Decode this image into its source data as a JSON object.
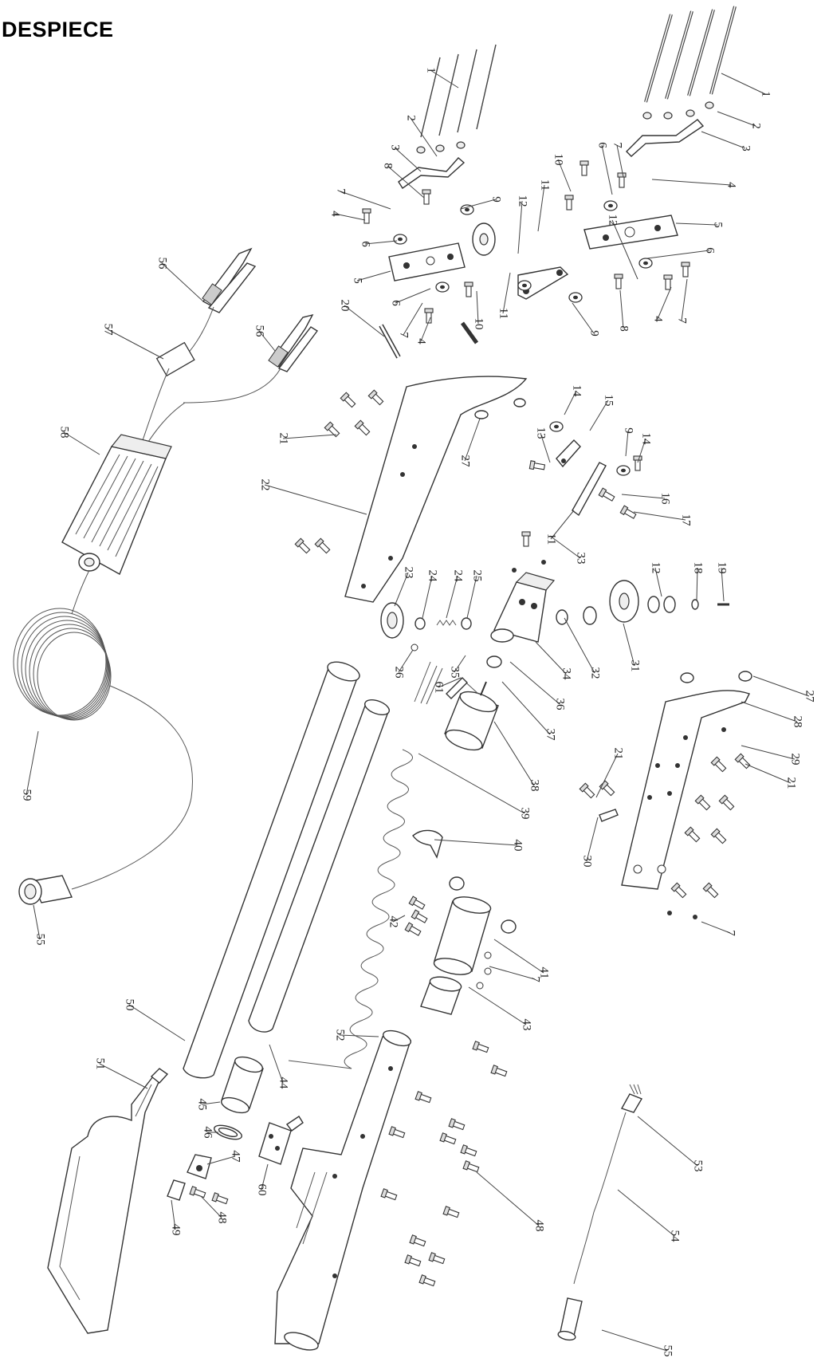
{
  "title": "DESPIECE",
  "callouts": [
    {
      "label": "1"
    },
    {
      "label": "1"
    },
    {
      "label": "2"
    },
    {
      "label": "2"
    },
    {
      "label": "3"
    },
    {
      "label": "3"
    },
    {
      "label": "4"
    },
    {
      "label": "4"
    },
    {
      "label": "4"
    },
    {
      "label": "4"
    },
    {
      "label": "5"
    },
    {
      "label": "5"
    },
    {
      "label": "6"
    },
    {
      "label": "6"
    },
    {
      "label": "6"
    },
    {
      "label": "6"
    },
    {
      "label": "7"
    },
    {
      "label": "7"
    },
    {
      "label": "7"
    },
    {
      "label": "7"
    },
    {
      "label": "7"
    },
    {
      "label": "7"
    },
    {
      "label": "8"
    },
    {
      "label": "8"
    },
    {
      "label": "9"
    },
    {
      "label": "9"
    },
    {
      "label": "9"
    },
    {
      "label": "10"
    },
    {
      "label": "10"
    },
    {
      "label": "11"
    },
    {
      "label": "11"
    },
    {
      "label": "11"
    },
    {
      "label": "12"
    },
    {
      "label": "12"
    },
    {
      "label": "12"
    },
    {
      "label": "13"
    },
    {
      "label": "14"
    },
    {
      "label": "14"
    },
    {
      "label": "15"
    },
    {
      "label": "16"
    },
    {
      "label": "17"
    },
    {
      "label": "18"
    },
    {
      "label": "19"
    },
    {
      "label": "20"
    },
    {
      "label": "21"
    },
    {
      "label": "21"
    },
    {
      "label": "21"
    },
    {
      "label": "22"
    },
    {
      "label": "23"
    },
    {
      "label": "24"
    },
    {
      "label": "24"
    },
    {
      "label": "25"
    },
    {
      "label": "26"
    },
    {
      "label": "27"
    },
    {
      "label": "27"
    },
    {
      "label": "28"
    },
    {
      "label": "29"
    },
    {
      "label": "30"
    },
    {
      "label": "31"
    },
    {
      "label": "32"
    },
    {
      "label": "33"
    },
    {
      "label": "34"
    },
    {
      "label": "35"
    },
    {
      "label": "36"
    },
    {
      "label": "37"
    },
    {
      "label": "38"
    },
    {
      "label": "39"
    },
    {
      "label": "40"
    },
    {
      "label": "41"
    },
    {
      "label": "42"
    },
    {
      "label": "43"
    },
    {
      "label": "44"
    },
    {
      "label": "45"
    },
    {
      "label": "46"
    },
    {
      "label": "47"
    },
    {
      "label": "48"
    },
    {
      "label": "48"
    },
    {
      "label": "49"
    },
    {
      "label": "50"
    },
    {
      "label": "51"
    },
    {
      "label": "52"
    },
    {
      "label": "53"
    },
    {
      "label": "54"
    },
    {
      "label": "55"
    },
    {
      "label": "55"
    },
    {
      "label": "56"
    },
    {
      "label": "56"
    },
    {
      "label": "57"
    },
    {
      "label": "58"
    },
    {
      "label": "59"
    },
    {
      "label": "60"
    },
    {
      "label": "61"
    }
  ]
}
